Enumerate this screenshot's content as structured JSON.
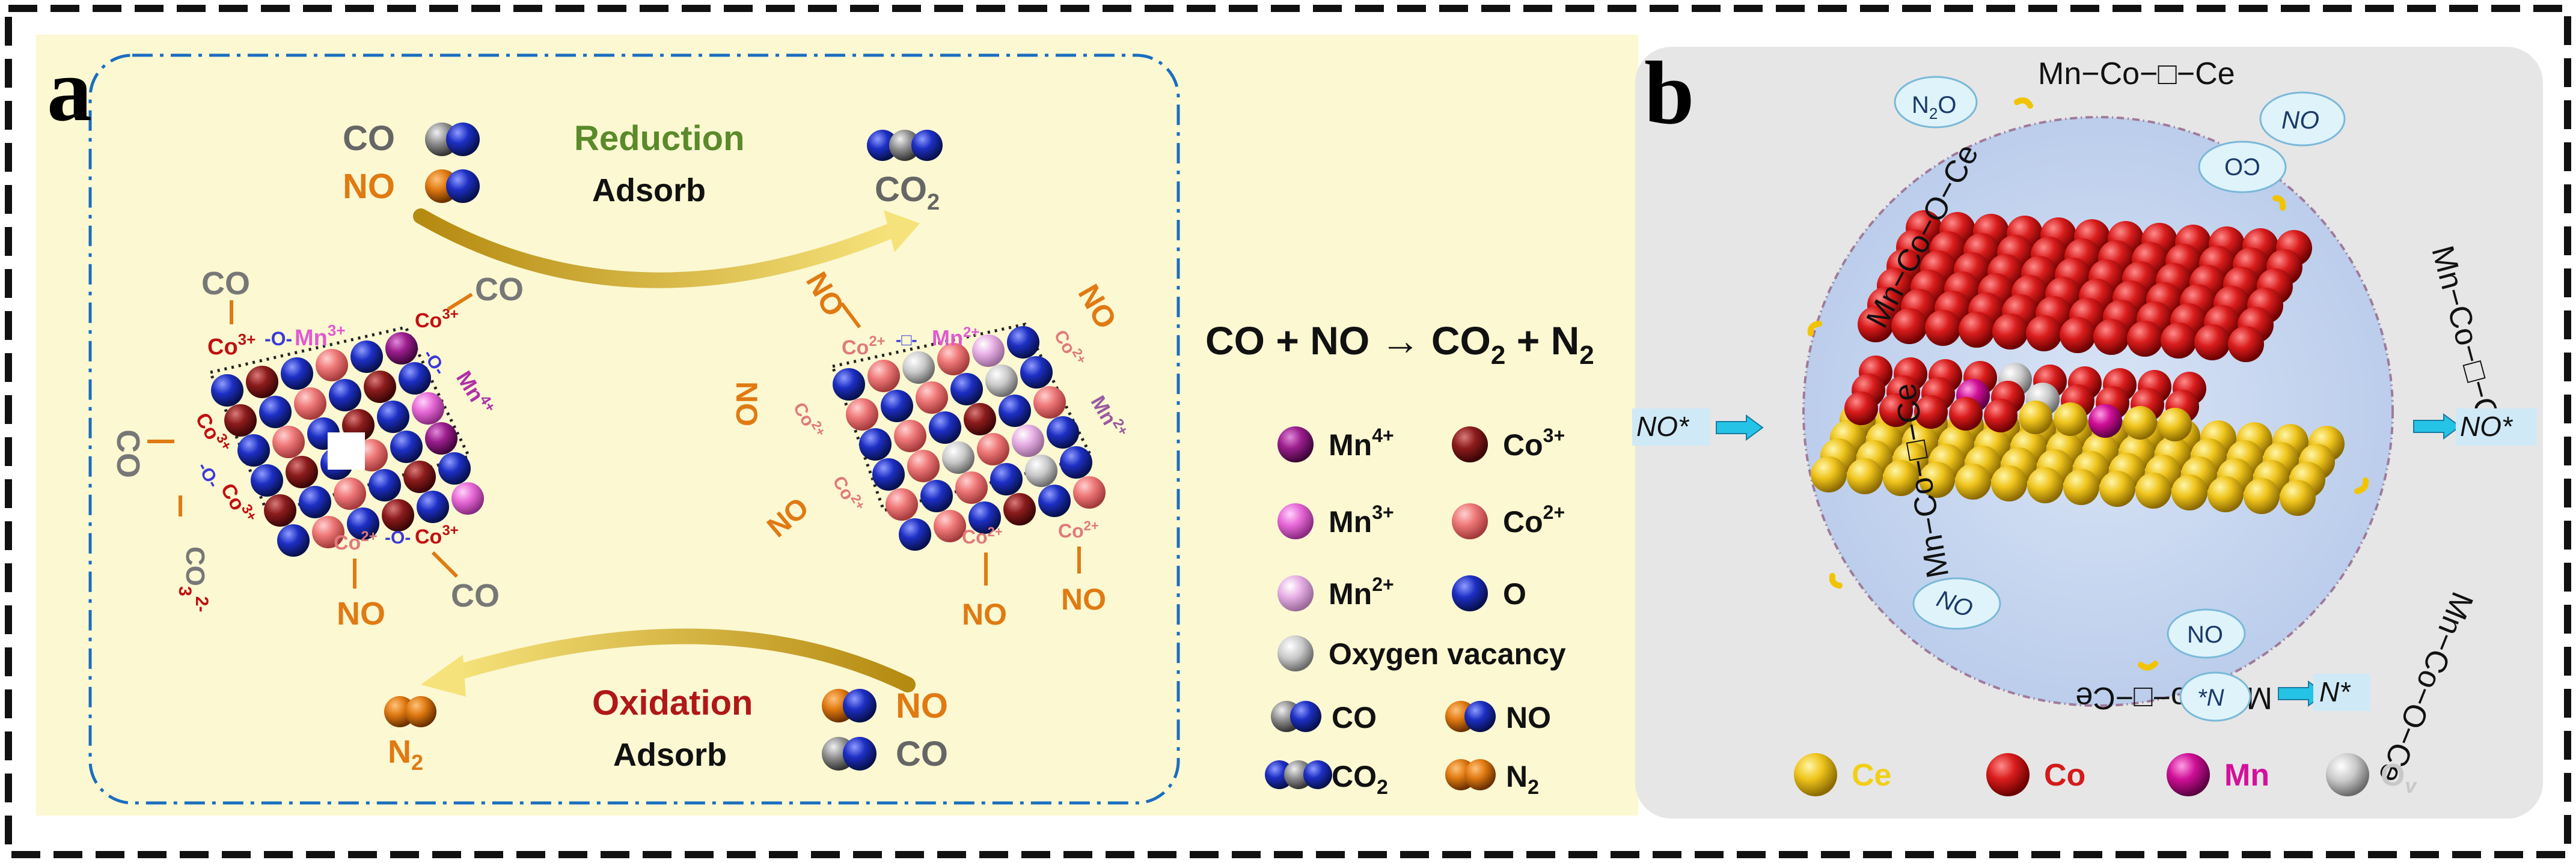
{
  "panel_a": {
    "letter": "a",
    "reduction": {
      "title": "Reduction",
      "verb": "Adsorb"
    },
    "oxidation": {
      "title": "Oxidation",
      "verb": "Adsorb"
    },
    "reactants_top": {
      "co": "CO",
      "no": "NO"
    },
    "product_top": {
      "co2_base": "CO",
      "co2_sub": "2"
    },
    "product_bottom": {
      "n2_base": "N",
      "n2_sub": "2"
    },
    "reactants_bottom": {
      "no": "NO",
      "co": "CO"
    },
    "left_cluster": {
      "co_top": "CO",
      "co3_top": "Co",
      "co3_top_sup": "3+",
      "o_top": "-O-",
      "mn3_top": "Mn",
      "mn3_top_sup": "3+",
      "co3_tr": "Co",
      "co3_tr_sup": "3+",
      "co_tr": "CO",
      "mn4_right": "Mn",
      "mn4_right_sup": "4+",
      "o_right": "-O-",
      "co_left": "CO",
      "co3_left": "Co",
      "co3_left_sup": "3+",
      "co3_left2": "Co",
      "co3_left2_sup": "3+",
      "o_left": "-O-",
      "co3_2minus_base": "CO",
      "co3_2minus_sub": "3",
      "co3_2minus_sup": "2-",
      "co2_bottom": "Co",
      "co2_bottom_sup": "2+",
      "o_bottom": "-O-",
      "co3_bottom": "Co",
      "co3_bottom_sup": "3+",
      "no_bottom": "NO",
      "co_bottom": "CO"
    },
    "right_cluster": {
      "no_top": "NO",
      "co2_top": "Co",
      "co2_top_sup": "2+",
      "mn2_top": "Mn",
      "mn2_top_sup": "2+",
      "o_top": "-□-",
      "no_tr": "NO",
      "co2_tr": "Co",
      "co2_tr_sup": "2+",
      "mn2_right": "Mn",
      "mn2_right_sup": "2+",
      "no_left": "NO",
      "co2_left": "Co",
      "co2_left_sup": "2+",
      "co2_left2": "Co",
      "co2_left2_sup": "2+",
      "no_left2": "NO",
      "co2_bl": "Co",
      "co2_bl_sup": "2+",
      "co2_br": "Co",
      "co2_br_sup": "2+",
      "no_bottom": "NO",
      "no_bottom2": "NO"
    },
    "equation": {
      "text": "CO + NO → CO",
      "co2_sub": "2",
      "plus_n": " + N",
      "n2_sub": "2"
    },
    "legend": [
      {
        "label": "Mn",
        "sup": "4+",
        "color": "#9b1e8e"
      },
      {
        "label": "Co",
        "sup": "3+",
        "color": "#8c1c1c"
      },
      {
        "label": "Mn",
        "sup": "3+",
        "color": "#e86ad8"
      },
      {
        "label": "Co",
        "sup": "2+",
        "color": "#ee7a7a"
      },
      {
        "label": "Mn",
        "sup": "2+",
        "color": "#e8b0e6"
      },
      {
        "label": "O",
        "sup": "",
        "color": "#1c2cb8"
      },
      {
        "label": "Oxygen vacancy",
        "sup": "",
        "color": "#d8d8d8"
      }
    ],
    "legend_molecules": [
      {
        "label": "CO",
        "sub": ""
      },
      {
        "label": "NO",
        "sub": ""
      },
      {
        "label": "CO",
        "sub": "2"
      },
      {
        "label": "N",
        "sub": "2"
      }
    ]
  },
  "panel_b": {
    "letter": "b",
    "ring_labels": {
      "top": "Mn−Co−□−Ce",
      "upper_left": "Mn−Co−O−Ce",
      "upper_right": "Mn−Co−□−Ce",
      "lower_left": "Mn−Co−□−Ce",
      "lower_right": "Mn−Co−O−Ce",
      "bottom": "Mn−Co−□−Ce"
    },
    "bubbles": {
      "n2o_base": "N",
      "n2o_sub": "2",
      "n2o_end": "O",
      "no_top": "NO",
      "co_top": "CO",
      "no_lower_left": "NO",
      "no_bottom": "NO",
      "n_bottom": "*N"
    },
    "side_tags": {
      "left": "NO*",
      "right": "NO*",
      "bottom": "N*"
    },
    "legend": [
      {
        "label": "Ce",
        "color": "#f2cf17"
      },
      {
        "label": "Co",
        "color": "#d41a1a"
      },
      {
        "label": "Mn",
        "color": "#d4109b"
      },
      {
        "label": "O",
        "sub": "v",
        "color": "#c8c8c8"
      }
    ],
    "colors": {
      "ce": "#f2cf17",
      "co": "#d41a1a",
      "mn": "#d4109b",
      "ov": "#c8c8c8"
    }
  }
}
